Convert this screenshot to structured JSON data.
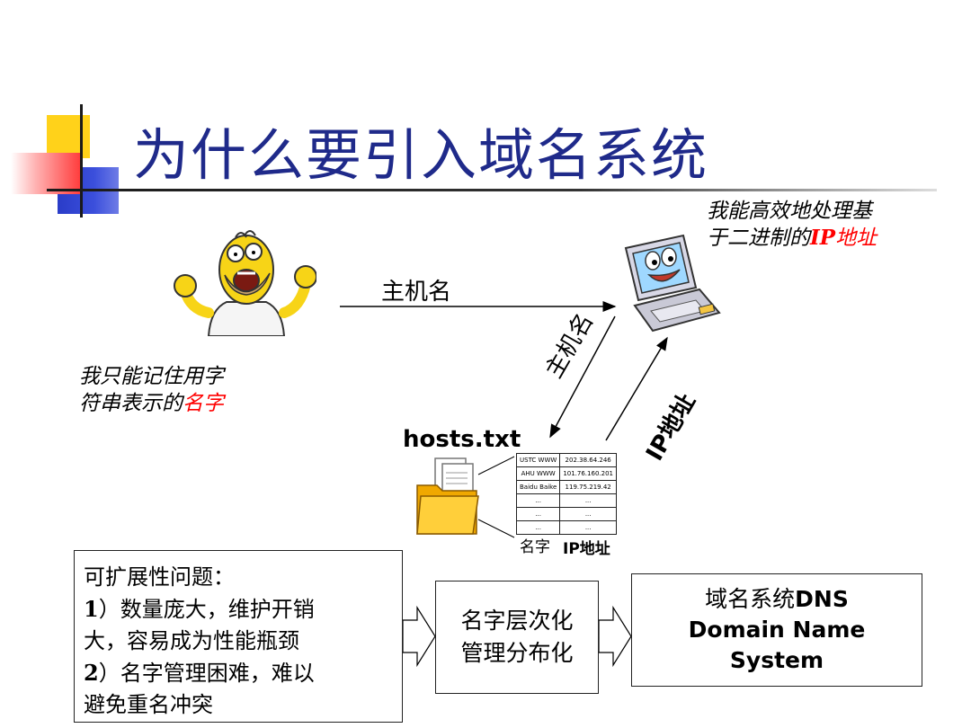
{
  "title": "为什么要引入域名系统",
  "left_note": {
    "line1": "我只能记住用字",
    "line2_prefix": "符串表示的",
    "line2_highlight": "名字"
  },
  "right_note": {
    "line1": "我能高效地处理基",
    "line2_prefix": "于二进制的",
    "line2_highlight_ip": "IP",
    "line2_highlight": "地址"
  },
  "arrow_top_label": "主机名",
  "arrow_down_label": "主机名",
  "arrow_up_label": "IP地址",
  "hosts": {
    "filename": "hosts.txt",
    "rows": [
      [
        "USTC WWW",
        "202.38.64.246"
      ],
      [
        "AHU WWW",
        "101.76.160.201"
      ],
      [
        "Baidu Baike",
        "119.75.219.42"
      ],
      [
        "...",
        "..."
      ],
      [
        "...",
        "..."
      ],
      [
        "...",
        "..."
      ]
    ],
    "col_name_label": "名字",
    "col_ip_label": "IP地址"
  },
  "problem_box": {
    "line1": "可扩展性问题：",
    "item1_num": "1",
    "item1_a": "）数量庞大，维护开销",
    "item1_b": "大，容易成为性能瓶颈",
    "item2_num": "2",
    "item2_a": "）名字管理困难，难以",
    "item2_b": "避免重名冲突"
  },
  "layer_box": {
    "line1": "名字层次化",
    "line2": "管理分布化"
  },
  "dns_box": {
    "line1_prefix": "域名系统",
    "line1_bold": "DNS",
    "line2": "Domain Name",
    "line3": "System"
  },
  "colors": {
    "title": "#1f2a8a",
    "highlight": "#ff0000",
    "deco_yellow": "#ffd21a",
    "deco_blue": "#2a3cc8"
  }
}
